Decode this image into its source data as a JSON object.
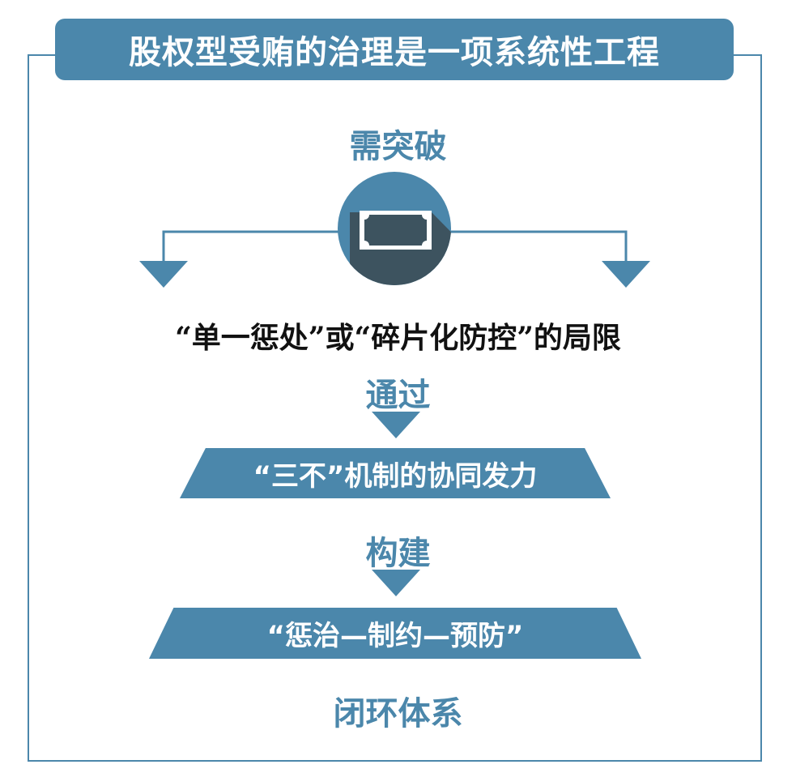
{
  "title": "股权型受贿的治理是一项系统性工程",
  "step1": "需突破",
  "icon": "banknote-icon",
  "limitation": "“单一惩处”或“碎片化防控”的局限",
  "step2": "通过",
  "mechanism": "“三不”机制的协同发力",
  "step3": "构建",
  "chain": "“惩治—制约—预防”",
  "result": "闭环体系",
  "colors": {
    "accent": "#4b87ab",
    "dark": "#3d535f"
  }
}
